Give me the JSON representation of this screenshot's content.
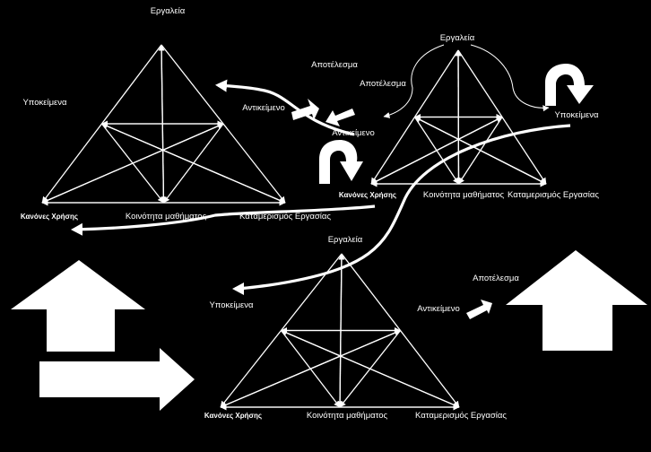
{
  "triangles": [
    {
      "top_label": "Εργαλεία",
      "left_label": "Υποκείμενα",
      "object_label": "",
      "bottom_left_label": "Κανόνες Χρήσης",
      "bottom_mid_label": "Κοινότητα μαθήματος",
      "bottom_right_label": "Καταμερισμός Εργασίας"
    },
    {
      "top_label": "Εργαλεία",
      "left_label": "",
      "object_label": "Αντικείμενο",
      "bottom_left_label": "Κανόνες Χρήσης",
      "bottom_mid_label": "Κοινότητα μαθήματος",
      "bottom_right_label": "Καταμερισμός Εργασίας"
    },
    {
      "top_label": "Εργαλεία",
      "left_label": "Υποκείμενα",
      "object_label": "",
      "bottom_left_label": "Κανόνες Χρήσης",
      "bottom_mid_label": "Κοινότητα μαθήματος",
      "bottom_right_label": "Καταμερισμός Εργασίας"
    }
  ],
  "free_labels": {
    "result_1": "Αποτέλεσμα",
    "result_2": "Αποτέλεσμα",
    "result_3": "Αποτέλεσμα",
    "object_1": "Αντικείμενο",
    "object_3": "Αντικείμενο",
    "subjects_2": "Υποκείμενα"
  },
  "colors": {
    "background": "#000000",
    "foreground": "#ffffff"
  }
}
